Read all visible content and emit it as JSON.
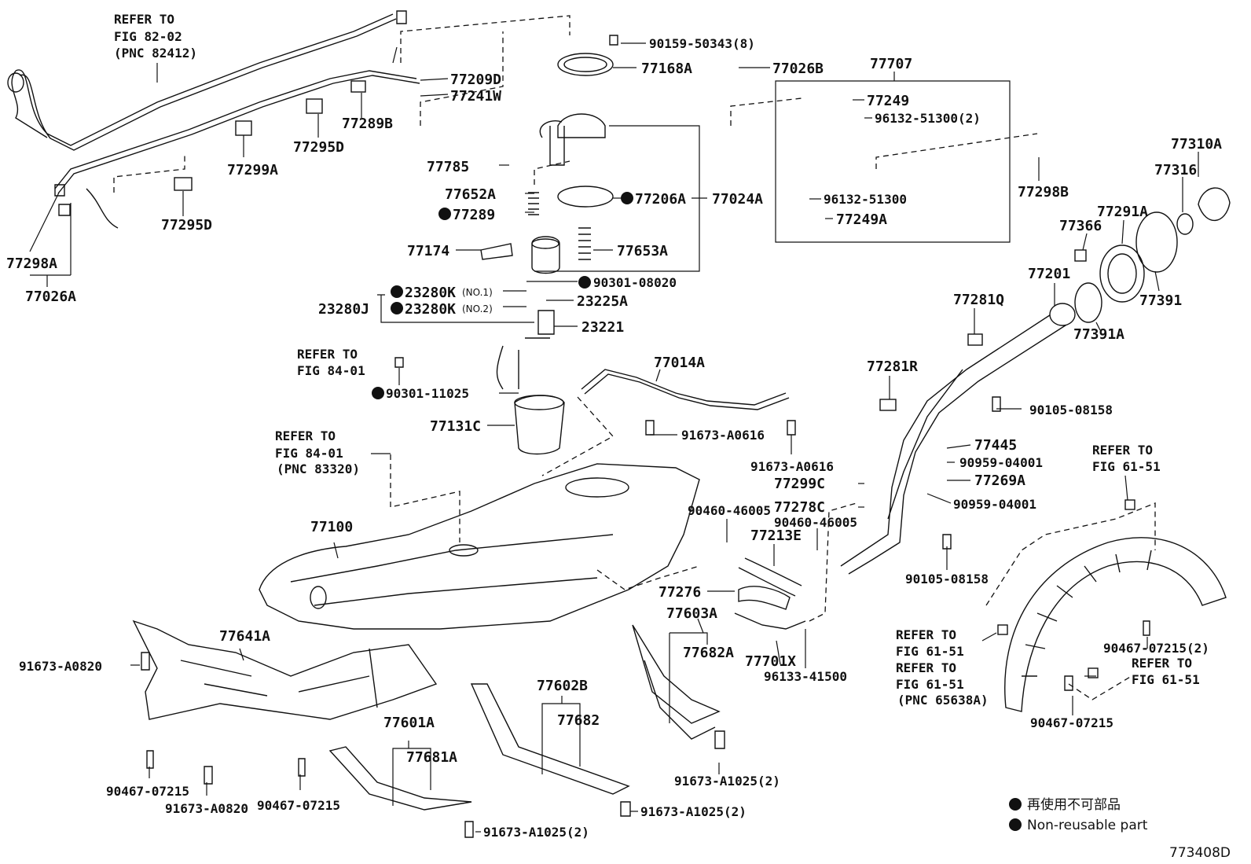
{
  "diagram_code": "773408D",
  "legend": {
    "jp": "再使用不可部品",
    "en": "Non-reusable part"
  },
  "refs": {
    "fig_82_02": "REFER TO",
    "fig_82_02_b": "FIG 82-02",
    "fig_82_02_pnc": "(PNC 82412)",
    "fig_84_01_a": "REFER TO",
    "fig_84_01_a_b": "FIG 84-01",
    "fig_84_01_b": "REFER TO",
    "fig_84_01_b_b": "FIG 84-01",
    "fig_84_01_b_pnc": "(PNC 83320)",
    "fig_61_51_a": "REFER TO",
    "fig_61_51_a_b": "FIG 61-51",
    "fig_61_51_b": "REFER TO",
    "fig_61_51_b_b": "FIG 61-51",
    "fig_61_51_c": "REFER TO",
    "fig_61_51_c_b": "FIG 61-51",
    "fig_61_51_c_pnc": "(PNC 65638A)",
    "fig_61_51_d": "REFER TO",
    "fig_61_51_d_b": "FIG 61-51"
  },
  "parts": {
    "p77209D": "77209D",
    "p77241W": "77241W",
    "p77289B": "77289B",
    "p77295D_a": "77295D",
    "p77299A": "77299A",
    "p77295D_b": "77295D",
    "p77298A": "77298A",
    "p77026A": "77026A",
    "p90159": "90159-50343(8)",
    "p77168A": "77168A",
    "p77026B": "77026B",
    "p77785": "77785",
    "p77652A": "77652A",
    "p77289": "77289",
    "p77206A": "77206A",
    "p77024A": "77024A",
    "p77174": "77174",
    "p77653A": "77653A",
    "p90301_08020": "90301-08020",
    "p23280K1": "23280K",
    "p23280K1_no": "(NO.1)",
    "p23280K2": "23280K",
    "p23280K2_no": "(NO.2)",
    "p23280J": "23280J",
    "p23225A": "23225A",
    "p23221": "23221",
    "p90301_11025": "90301-11025",
    "p77131C": "77131C",
    "p77014A": "77014A",
    "p91673_A0616_a": "91673-A0616",
    "p91673_A0616_b": "91673-A0616",
    "p77707": "77707",
    "p77249": "77249",
    "p96132_51300_2": "96132-51300(2)",
    "p96132_51300": "96132-51300",
    "p77249A": "77249A",
    "p77298B": "77298B",
    "p77310A": "77310A",
    "p77316": "77316",
    "p77366": "77366",
    "p77291A": "77291A",
    "p77201": "77201",
    "p77391": "77391",
    "p77391A": "77391A",
    "p77281Q": "77281Q",
    "p77281R": "77281R",
    "p90105_08158_a": "90105-08158",
    "p77445": "77445",
    "p90959_04001_a": "90959-04001",
    "p77269A": "77269A",
    "p90959_04001_b": "90959-04001",
    "p77299C": "77299C",
    "p77278C": "77278C",
    "p90460_46005_a": "90460-46005",
    "p90460_46005_b": "90460-46005",
    "p77213E": "77213E",
    "p90105_08158_b": "90105-08158",
    "p77276": "77276",
    "p77603A": "77603A",
    "p77682A": "77682A",
    "p77701X": "77701X",
    "p96133_41500": "96133-41500",
    "p77100": "77100",
    "p77641A": "77641A",
    "p91673_A0820_a": "91673-A0820",
    "p90467_07215_a": "90467-07215",
    "p91673_A0820_b": "91673-A0820",
    "p90467_07215_b": "90467-07215",
    "p77601A": "77601A",
    "p77681A": "77681A",
    "p91673_A1025_a": "91673-A1025(2)",
    "p77602B": "77602B",
    "p77682": "77682",
    "p91673_A1025_b": "91673-A1025(2)",
    "p91673_A1025_c": "91673-A1025(2)",
    "p90467_07215_2": "90467-07215(2)",
    "p90467_07215_c": "90467-07215"
  }
}
